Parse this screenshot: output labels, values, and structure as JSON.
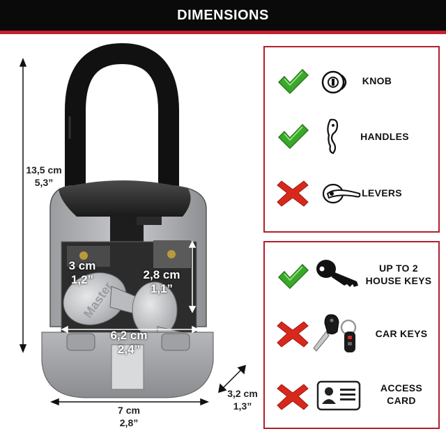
{
  "header": {
    "title": "DIMENSIONS",
    "colors": {
      "background": "#0a0a0a",
      "stripe": "#c8202e",
      "title": "#ffffff"
    }
  },
  "product": {
    "height_cm": "13,5 cm",
    "height_in": "5,3”",
    "width_cm": "7 cm",
    "width_in": "2,8”",
    "depth_cm": "3,2 cm",
    "depth_in": "1,3”",
    "interior_height_cm": "3 cm",
    "interior_height_in": "1,2”",
    "interior_depth_cm": "2,8 cm",
    "interior_depth_in": "1,1”",
    "interior_width_cm": "6,2 cm",
    "interior_width_in": "2,4”",
    "key_brand_text": "Master"
  },
  "compatibility": {
    "panel_border_color": "#b01f2e",
    "check_color": "#3aa82a",
    "cross_color": "#d8281c",
    "door_types": [
      {
        "label": "KNOB",
        "status": "yes",
        "icon": "door-knob-icon"
      },
      {
        "label": "HANDLES",
        "status": "yes",
        "icon": "door-handle-icon"
      },
      {
        "label": "LEVERS",
        "status": "no",
        "icon": "door-lever-icon"
      }
    ],
    "contents": [
      {
        "label_line1": "UP TO 2",
        "label_line2": "HOUSE KEYS",
        "status": "yes",
        "icon": "house-key-icon"
      },
      {
        "label_line1": "CAR KEYS",
        "label_line2": "",
        "status": "no",
        "icon": "car-key-icon"
      },
      {
        "label_line1": "ACCESS",
        "label_line2": "CARD",
        "status": "no",
        "icon": "access-card-icon"
      }
    ]
  }
}
